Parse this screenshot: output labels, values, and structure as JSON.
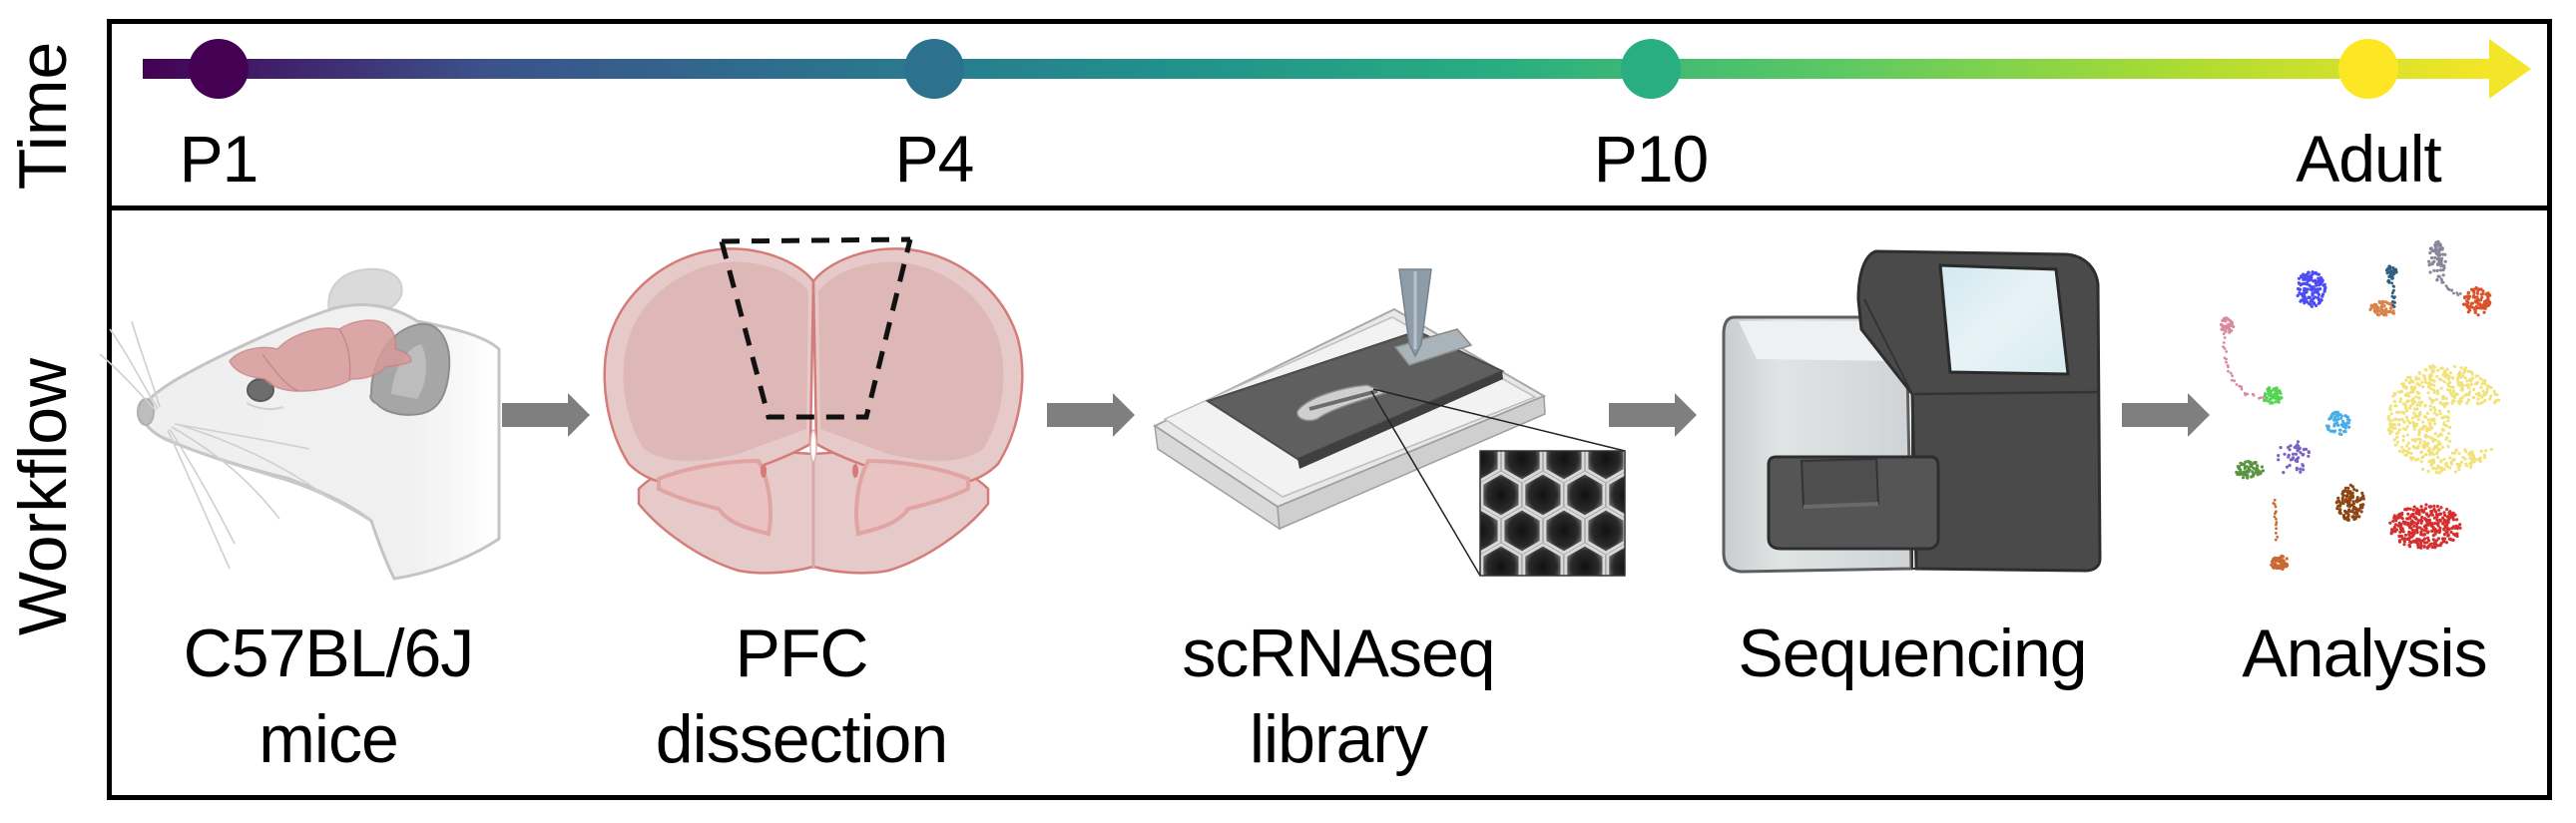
{
  "panels": {
    "time_label": "Time",
    "workflow_label": "Workflow"
  },
  "timeline": {
    "colormap": "viridis",
    "gradient_stops": [
      "#440154",
      "#3B528B",
      "#2C728E",
      "#21918C",
      "#28AE80",
      "#5EC962",
      "#ADDC30",
      "#FDE725"
    ],
    "points": [
      {
        "label": "P1",
        "color": "#440154"
      },
      {
        "label": "P4",
        "color": "#2C728E"
      },
      {
        "label": "P10",
        "color": "#28AE80"
      },
      {
        "label": "Adult",
        "color": "#FDE725"
      }
    ]
  },
  "workflow": {
    "arrow_color": "#7F7F7F",
    "steps": [
      {
        "id": "mice",
        "lines": [
          "C57BL/6J",
          "mice"
        ],
        "icon": "mouse-head-with-brain"
      },
      {
        "id": "dissection",
        "lines": [
          "PFC",
          "dissection"
        ],
        "icon": "coronal-brain-section-with-dashed-pfc-region"
      },
      {
        "id": "library",
        "lines": [
          "scRNAseq",
          "library"
        ],
        "icon": "microwell-chip-with-pipette-and-honeycomb-inset"
      },
      {
        "id": "sequencing",
        "lines": [
          "Sequencing"
        ],
        "icon": "sequencer-instrument"
      },
      {
        "id": "analysis",
        "lines": [
          "Analysis"
        ],
        "icon": "umap-cluster-plot"
      }
    ]
  },
  "brain_colors": {
    "fill": "#E8CACA",
    "inner": "#DDB8B6",
    "outline": "#D47C78",
    "dash": "#111111"
  },
  "mouse_colors": {
    "skin": "#EDEDED",
    "outline": "#BDBDBD",
    "ear": "#9E9E9E",
    "brain": "#D9A0A0"
  },
  "sequencer_colors": {
    "body_light": "#D7DADB",
    "body_dark": "#4A4A4A",
    "screen": "#DDEEF3"
  },
  "umap_clusters": [
    {
      "name": "blue",
      "color": "#4B4BF5"
    },
    {
      "name": "teal",
      "color": "#2E5F7F"
    },
    {
      "name": "grey",
      "color": "#8A869A"
    },
    {
      "name": "tan-orange",
      "color": "#D9834A"
    },
    {
      "name": "red-orange",
      "color": "#D9532A"
    },
    {
      "name": "pink",
      "color": "#D88AA0"
    },
    {
      "name": "green",
      "color": "#55D455"
    },
    {
      "name": "light-blue",
      "color": "#4AAEE6"
    },
    {
      "name": "yellow",
      "color": "#F1E27A"
    },
    {
      "name": "olive-green",
      "color": "#5B9440"
    },
    {
      "name": "purple",
      "color": "#7A63C4"
    },
    {
      "name": "brown",
      "color": "#8B4513"
    },
    {
      "name": "red",
      "color": "#D42E2E"
    },
    {
      "name": "burnt-orange",
      "color": "#C86A30"
    }
  ]
}
